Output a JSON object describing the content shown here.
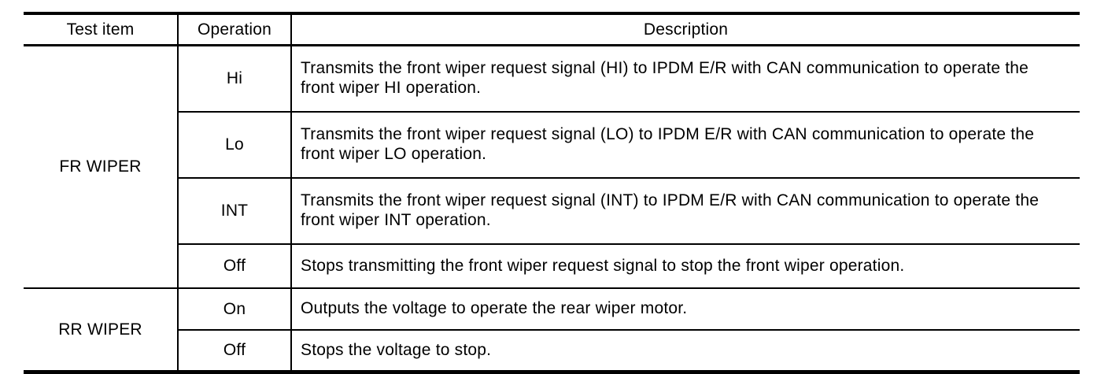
{
  "table": {
    "columns": [
      "Test item",
      "Operation",
      "Description"
    ],
    "groups": [
      {
        "test_item": "FR WIPER",
        "rows": [
          {
            "operation": "Hi",
            "description": "Transmits the front wiper request signal (HI) to IPDM E/R with CAN communication to operate the front wiper HI operation."
          },
          {
            "operation": "Lo",
            "description": "Transmits the front wiper request signal (LO) to IPDM E/R with CAN communication to operate the front wiper LO operation."
          },
          {
            "operation": "INT",
            "description": "Transmits the front wiper request signal (INT) to IPDM E/R with CAN communication to operate the front wiper INT operation."
          },
          {
            "operation": "Off",
            "description": "Stops transmitting the front wiper request signal to stop the front wiper operation."
          }
        ]
      },
      {
        "test_item": "RR WIPER",
        "rows": [
          {
            "operation": "On",
            "description": "Outputs the voltage to operate the rear wiper motor."
          },
          {
            "operation": "Off",
            "description": "Stops the voltage to stop."
          }
        ]
      }
    ]
  },
  "colors": {
    "text": "#000000",
    "background": "#ffffff",
    "rule": "#000000"
  }
}
